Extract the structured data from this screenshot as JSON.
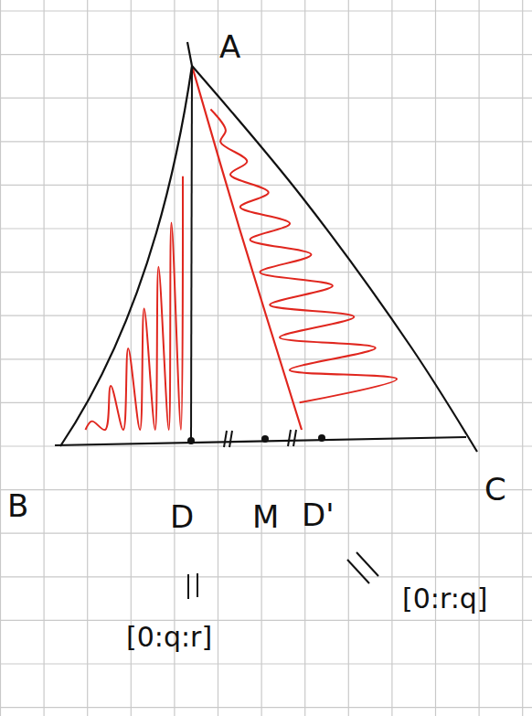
{
  "diagram": {
    "labels": [
      "A",
      "B",
      "C",
      "D",
      "M",
      "D'",
      "[0:q:r]",
      "[0:r:q]"
    ]
  }
}
